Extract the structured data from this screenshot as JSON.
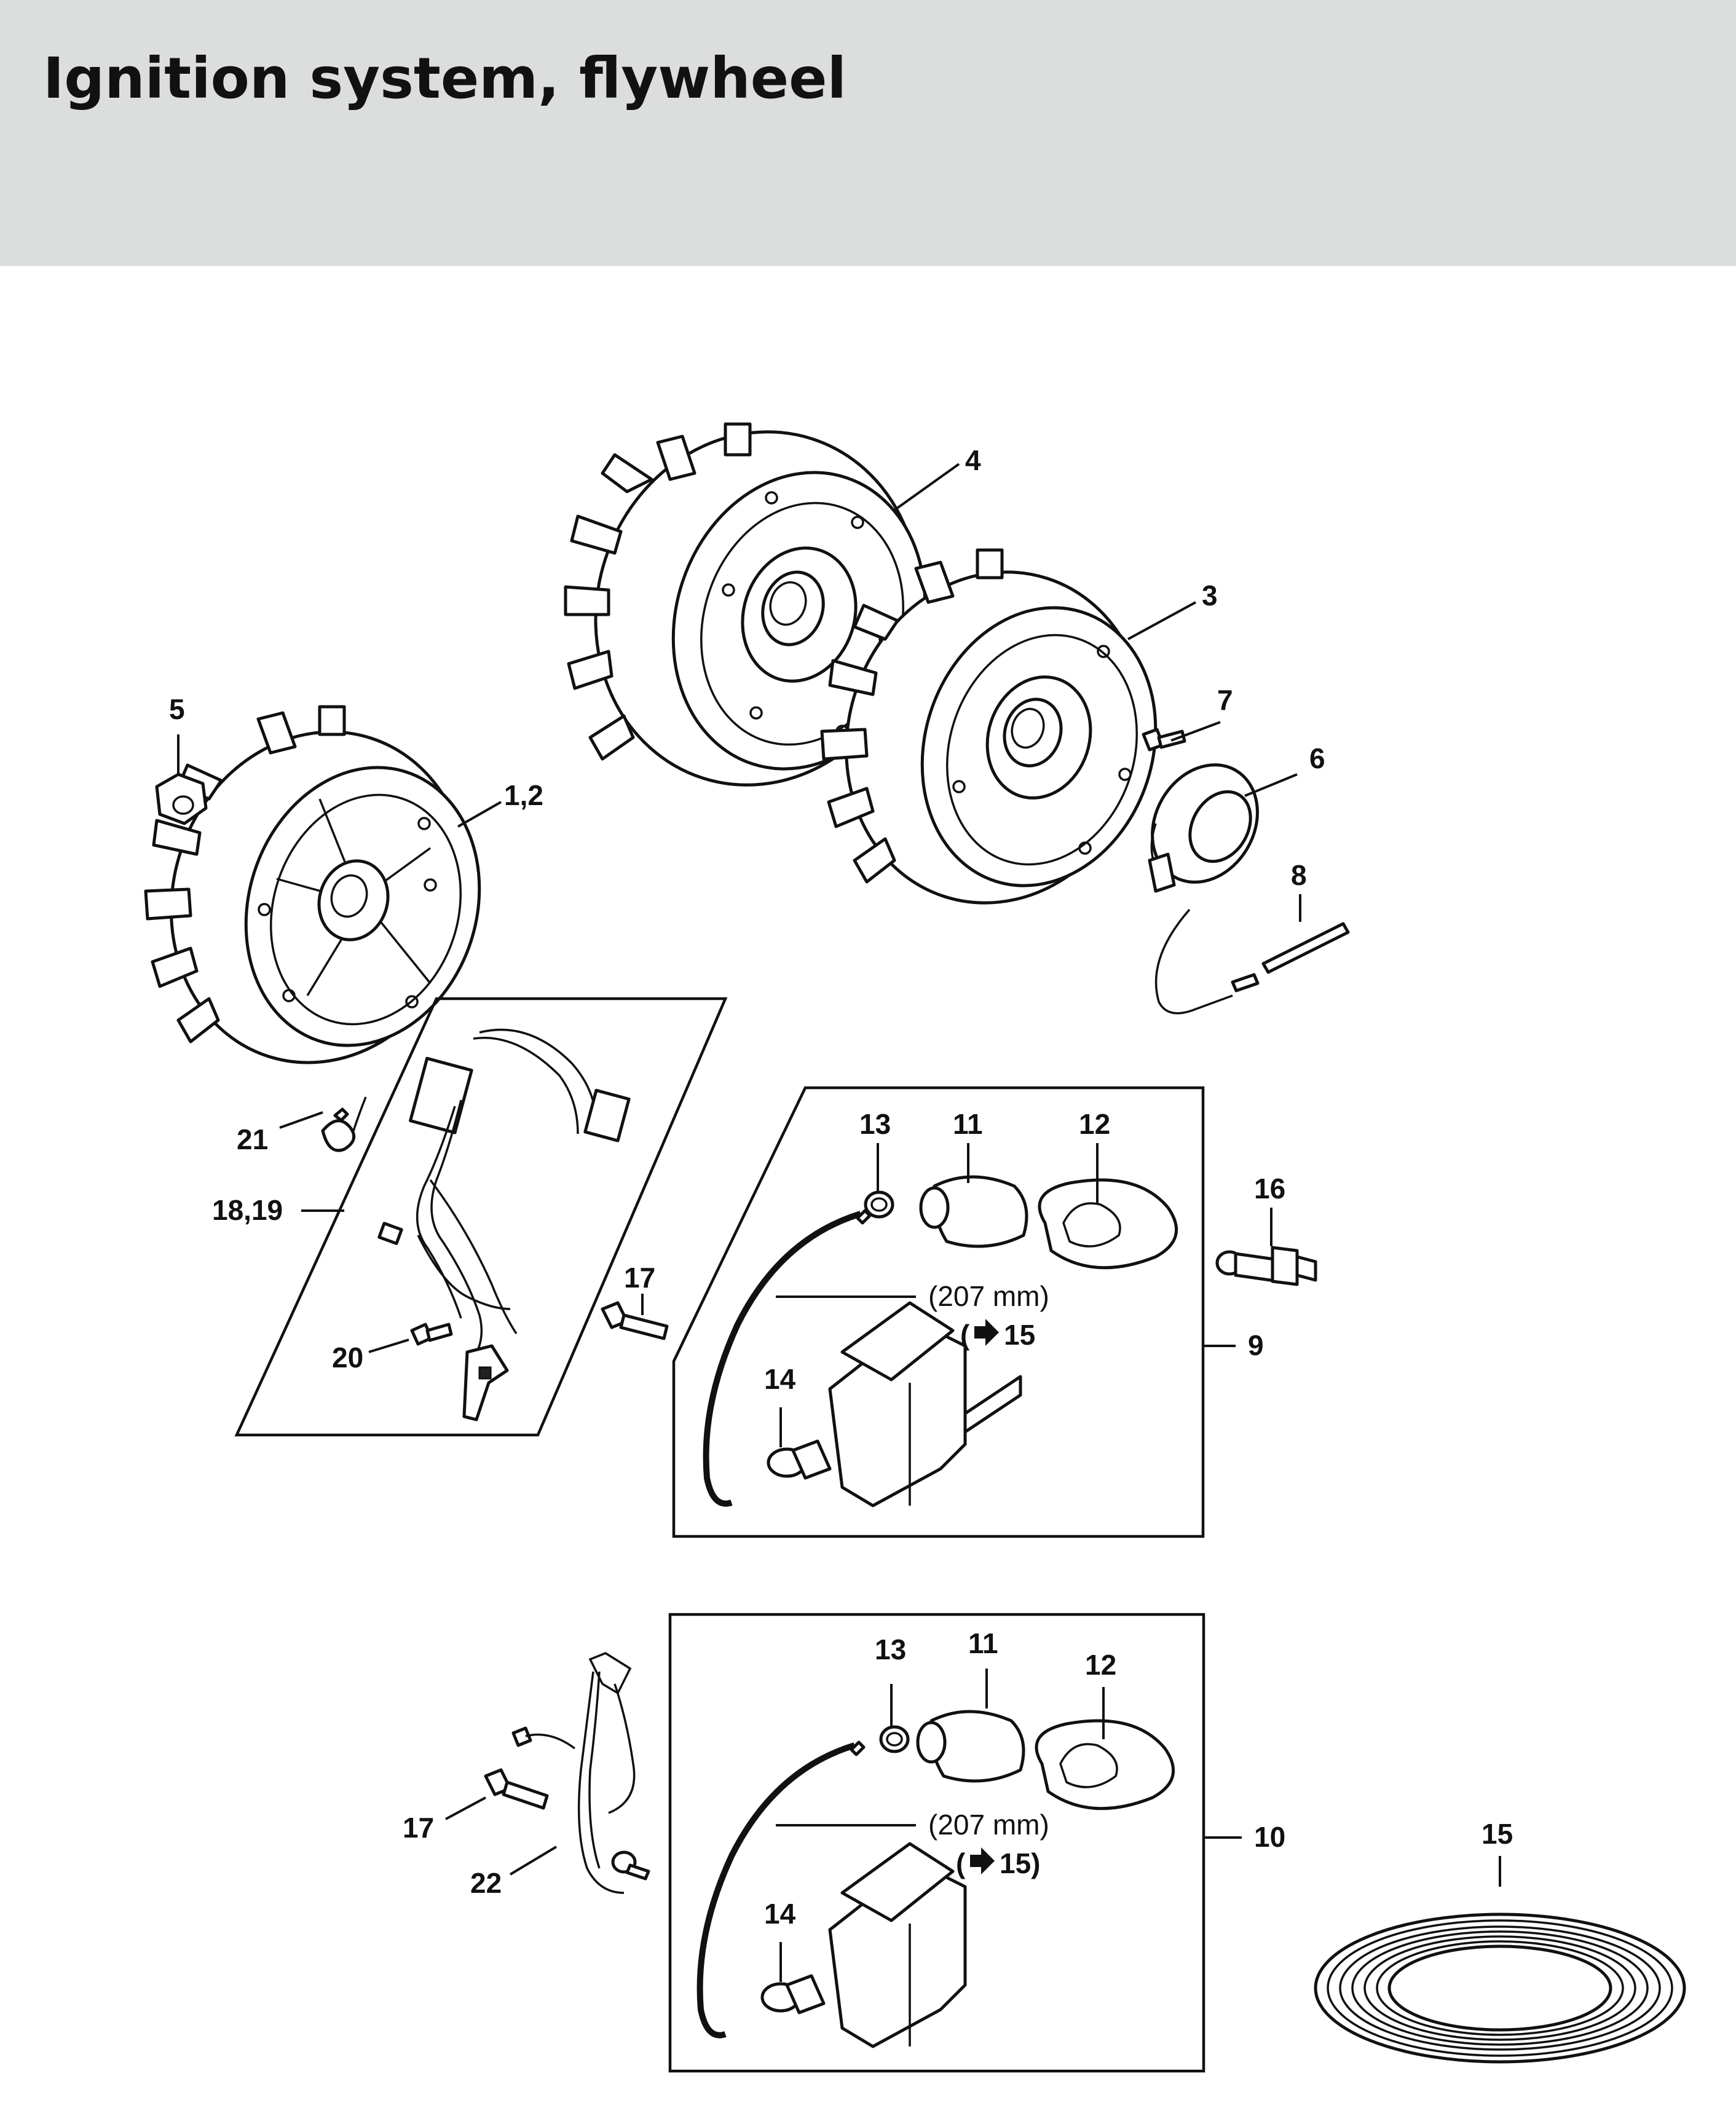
{
  "title": "Ignition system, flywheel",
  "callouts": {
    "c1_2": "1,2",
    "c3": "3",
    "c4": "4",
    "c5": "5",
    "c6": "6",
    "c7": "7",
    "c8": "8",
    "c9": "9",
    "c10": "10",
    "c11a": "11",
    "c11b": "11",
    "c12a": "12",
    "c12b": "12",
    "c13a": "13",
    "c13b": "13",
    "c14a": "14",
    "c14b": "14",
    "c15": "15",
    "c16": "16",
    "c17a": "17",
    "c17b": "17",
    "c18_19": "18,19",
    "c20": "20",
    "c21": "21",
    "c22": "22"
  },
  "notes": {
    "length_a": "(207 mm)",
    "ref_a": "15",
    "ref_a_prefix": "(",
    "length_b": "(207 mm)",
    "ref_b": "15)",
    "ref_b_prefix": "("
  }
}
